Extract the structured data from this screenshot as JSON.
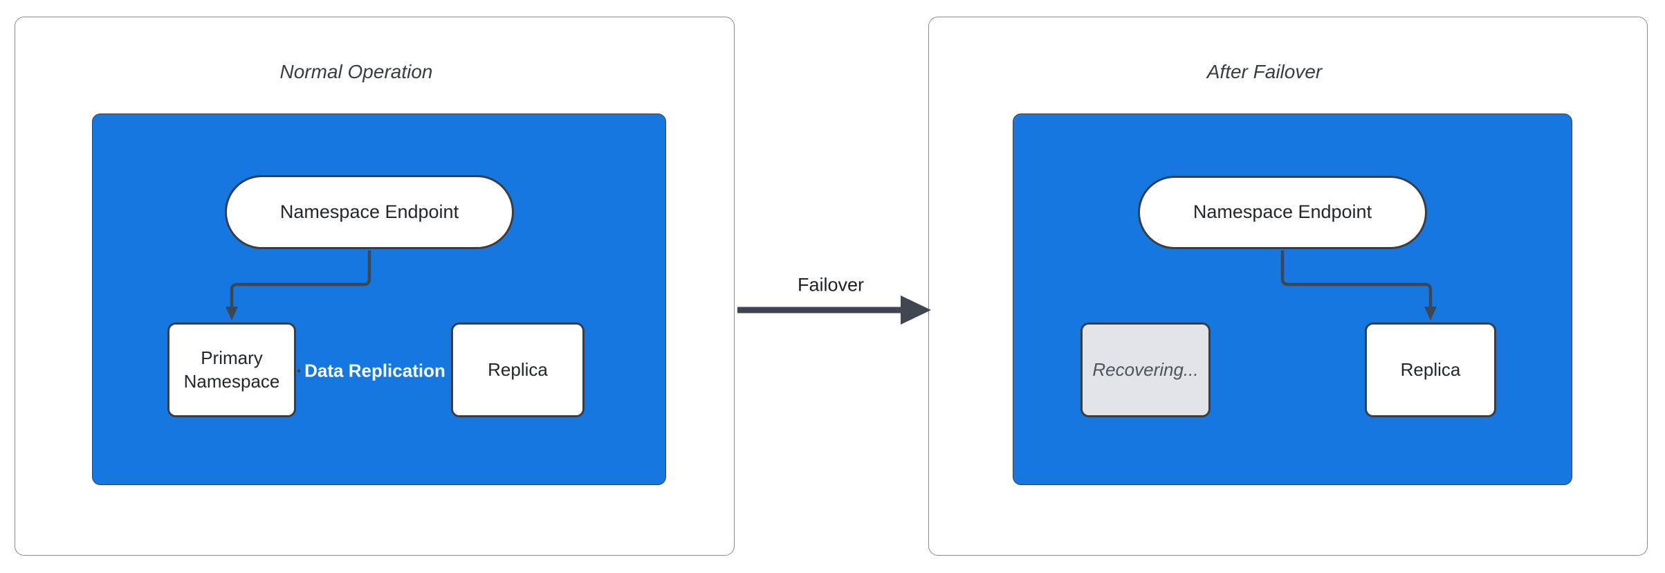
{
  "colors": {
    "canvas": "#FFFFFF",
    "panel-border": "#85898E",
    "container-blue": "#1677E1",
    "container-border": "#3C4147",
    "edge": "#3F4650",
    "node-border": "#383E46",
    "node-bg": "#FFFFFF",
    "node-text": "#23272C",
    "title-text": "#373D44",
    "edge-label-text": "#FFFFFF",
    "recovering-bg": "#E2E4E8",
    "recovering-text": "#4D535B",
    "failover-text": "#1E2226"
  },
  "left_panel": {
    "title": "Normal Operation",
    "endpoint_label": "Namespace Endpoint",
    "primary_label": "Primary Namespace",
    "replica_label": "Replica",
    "replication_edge_label": "Data Replication"
  },
  "transition": {
    "label": "Failover"
  },
  "right_panel": {
    "title": "After Failover",
    "endpoint_label": "Namespace Endpoint",
    "recovering_label": "Recovering...",
    "replica_label": "Replica"
  }
}
